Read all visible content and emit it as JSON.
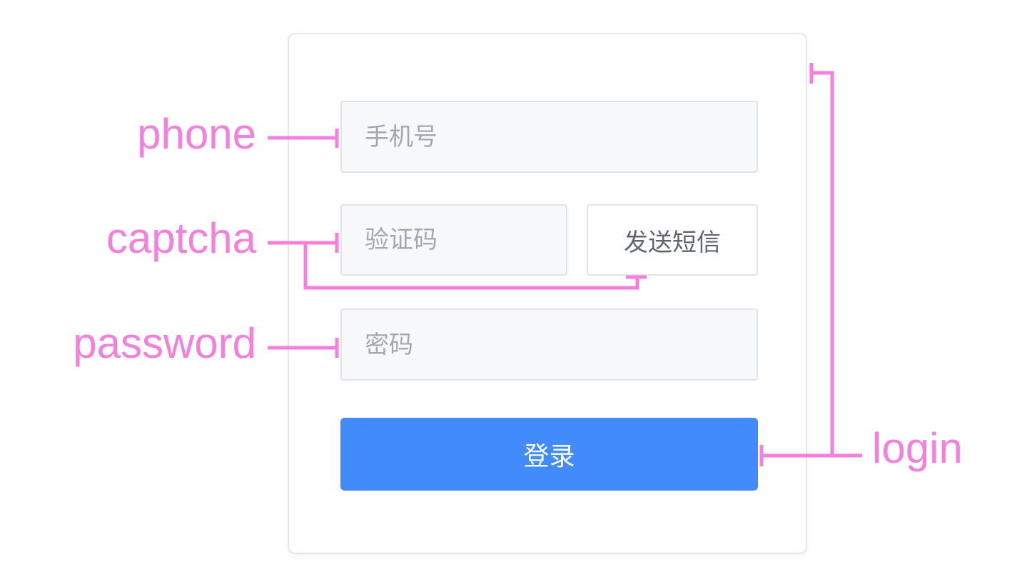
{
  "form": {
    "phone_placeholder": "手机号",
    "captcha_placeholder": "验证码",
    "password_placeholder": "密码",
    "sms_button_label": "发送短信",
    "login_button_label": "登录"
  },
  "annotations": {
    "phone": "phone",
    "captcha": "captcha",
    "password": "password",
    "login": "login"
  },
  "colors": {
    "annotation": "#f47fdc",
    "login_button": "#418bfd"
  }
}
